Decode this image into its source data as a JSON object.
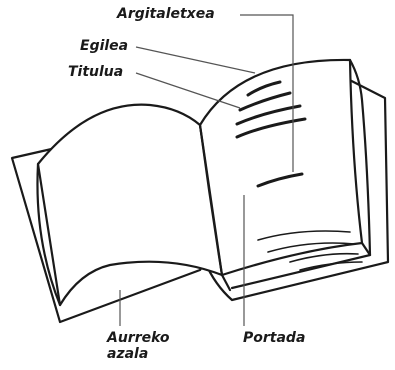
{
  "diagram": {
    "labels": {
      "argitaletxea": "Argitaletxea",
      "egilea": "Egilea",
      "titulua": "Titulua",
      "aurreko_line1": "Aurreko",
      "aurreko_line2": "azala",
      "portada": "Portada"
    },
    "colors": {
      "ink": "#1a1a1a",
      "paper": "#ffffff",
      "guide_line": "#555555"
    }
  }
}
